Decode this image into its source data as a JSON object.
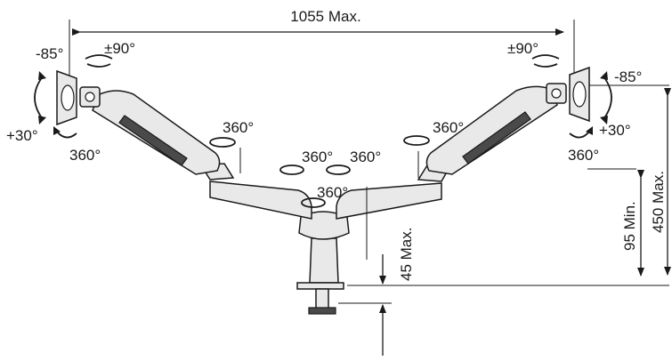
{
  "dimensions": {
    "overall_width": "1055 Max.",
    "desk_height_max": "450 Max.",
    "desk_height_min": "95 Min.",
    "clamp_thickness": "45 Max."
  },
  "left_monitor": {
    "tilt_up": "-85°",
    "tilt_down": "+30°",
    "rotation": "±90°",
    "swivel": "360°"
  },
  "right_monitor": {
    "tilt_up": "-85°",
    "tilt_down": "+30°",
    "rotation": "±90°",
    "swivel": "360°"
  },
  "joints": {
    "left_elbow": "360°",
    "right_elbow": "360°",
    "left_center": "360°",
    "right_center": "360°",
    "base": "360°"
  }
}
